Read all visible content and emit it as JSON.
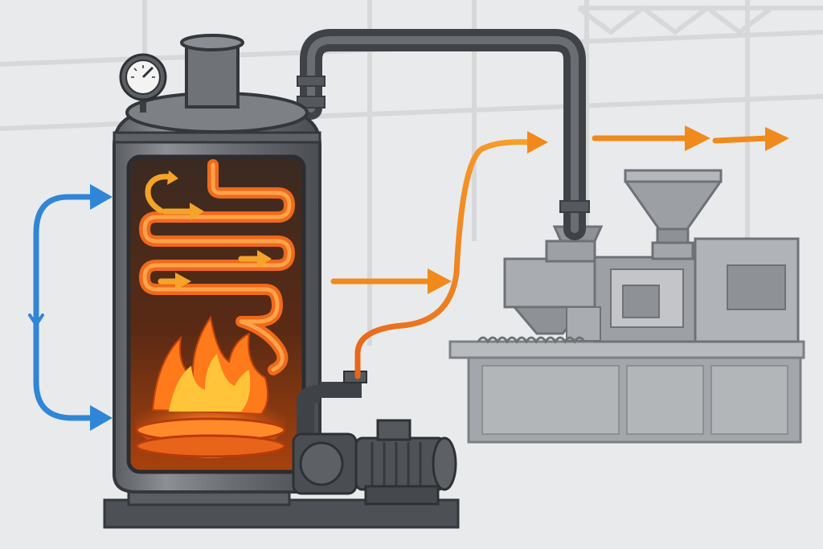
{
  "diagram": {
    "components": [
      {
        "name": "boiler",
        "label": ""
      },
      {
        "name": "pressure-gauge",
        "label": ""
      },
      {
        "name": "circulation-pump",
        "label": ""
      },
      {
        "name": "supply-pipe",
        "label": ""
      },
      {
        "name": "injection-molding-machine",
        "label": ""
      },
      {
        "name": "hopper",
        "label": ""
      }
    ],
    "flows": [
      {
        "name": "cold-return",
        "kind": "cold"
      },
      {
        "name": "hot-supply",
        "kind": "hot"
      },
      {
        "name": "heat-to-machine",
        "kind": "hot"
      },
      {
        "name": "heat-out",
        "kind": "hot"
      }
    ],
    "colors": {
      "hot_flow": "#f08a1c",
      "hot_flow_dark": "#e8641a",
      "cold_flow": "#2f86d6",
      "metal_dark": "#4f5358",
      "metal_mid": "#767a80",
      "metal_light": "#a9adb2",
      "flame": "#ff7a1a",
      "background": "#e9eaeb"
    }
  }
}
